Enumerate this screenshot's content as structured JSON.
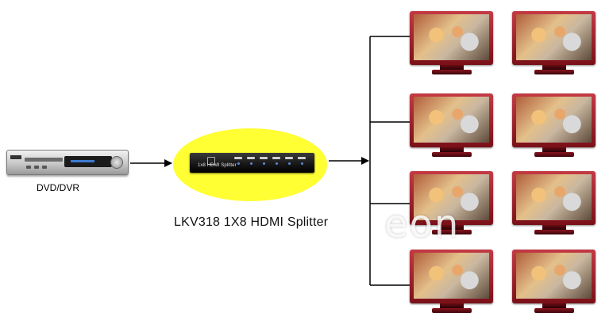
{
  "source": {
    "label": "DVD/DVR",
    "icon": "dvd-player-icon"
  },
  "splitter": {
    "name": "LKV318 1X8 HDMI Splitter",
    "panel_label": "1x8 HDMI Splitter",
    "highlight_color": "#ffff33"
  },
  "displays": [
    {
      "icon": "tv-icon"
    },
    {
      "icon": "tv-icon"
    },
    {
      "icon": "tv-icon"
    },
    {
      "icon": "tv-icon"
    },
    {
      "icon": "tv-icon"
    },
    {
      "icon": "tv-icon"
    },
    {
      "icon": "tv-icon"
    },
    {
      "icon": "tv-icon"
    }
  ],
  "colors": {
    "tv_frame": "#a01e2a",
    "arrow": "#000000"
  },
  "watermark": {
    "text": "eon"
  }
}
